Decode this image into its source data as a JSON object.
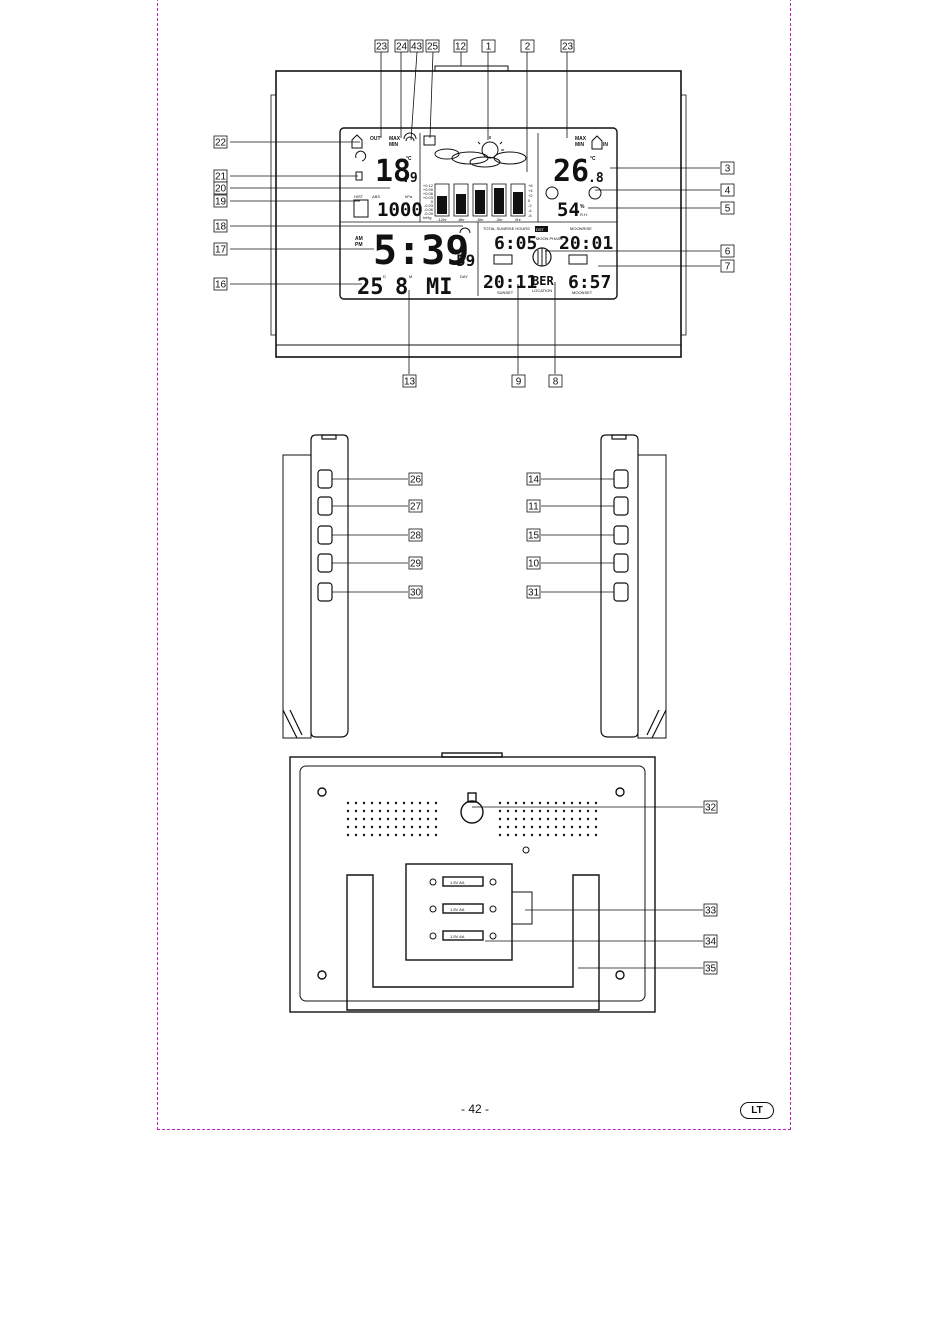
{
  "callouts": {
    "front_top": [
      "23",
      "24",
      "43",
      "25",
      "12",
      "1",
      "2",
      "23"
    ],
    "front_right": [
      "3",
      "4",
      "5",
      "6",
      "7"
    ],
    "front_left": [
      "22",
      "21",
      "20",
      "19",
      "18",
      "17",
      "16"
    ],
    "front_bottom": [
      "13",
      "9",
      "8"
    ],
    "left_side": [
      "26",
      "27",
      "28",
      "29",
      "30"
    ],
    "right_side": [
      "14",
      "11",
      "15",
      "10",
      "31"
    ],
    "back": [
      "32",
      "33",
      "34",
      "35"
    ]
  },
  "lcd": {
    "out_label": "OUT",
    "in_label": "IN",
    "max_min_label_out": "MAX",
    "max_min_label_out2": "MIN",
    "max_min_label_in": "MAX",
    "max_min_label_in2": "MIN",
    "outdoor_temp_int": "18",
    "outdoor_temp_dec": ".9",
    "outdoor_temp_unit": "°C",
    "indoor_temp_int": "26",
    "indoor_temp_dec": ".8",
    "indoor_temp_unit": "°C",
    "humidity": "54",
    "humidity_unit": "%",
    "humidity_rh": "R.H.",
    "abs_label": "ABS",
    "rel_label": "hPa",
    "inhg_label": "InHg",
    "pressure": "1000",
    "hist_label": "HIST",
    "am_pm": "AM\nPM",
    "time": "5:39",
    "seconds": "59",
    "date_day": "25",
    "date_month": "8",
    "weekday": "MI",
    "d_label": "D",
    "m_label": "M",
    "day_label": "DAY",
    "total_sunrise_hours": "TOTAL SUNRISE HOURS",
    "sunrise_time": "6:05",
    "moon_phase_label": "MOON PHASE",
    "sunset_time": "20:11",
    "sunset_label": "SUNSET",
    "location": "BER",
    "location_label": "LOCATION",
    "moonrise_label": "MOONRISE",
    "moonrise_time": "20:01",
    "moonset_time": "6:57",
    "moonset_label": "MOONSET",
    "dst_label": "DST",
    "chart_y_labels": [
      "+0.12",
      "+0.09",
      "+0.06",
      "+0.03",
      "0",
      "-0.03",
      "-0.06",
      "-0.09"
    ],
    "chart_x_labels": [
      "-12hr",
      "-8hr",
      "-6hr",
      "-3hr",
      "0hr"
    ],
    "chart_right_labels": [
      "+6",
      "+4",
      "+2",
      "0",
      "-2",
      "-4",
      "-6"
    ]
  },
  "battery_label": "1.5V AA",
  "footer": {
    "page_number": "- 42 -",
    "language": "LT"
  }
}
